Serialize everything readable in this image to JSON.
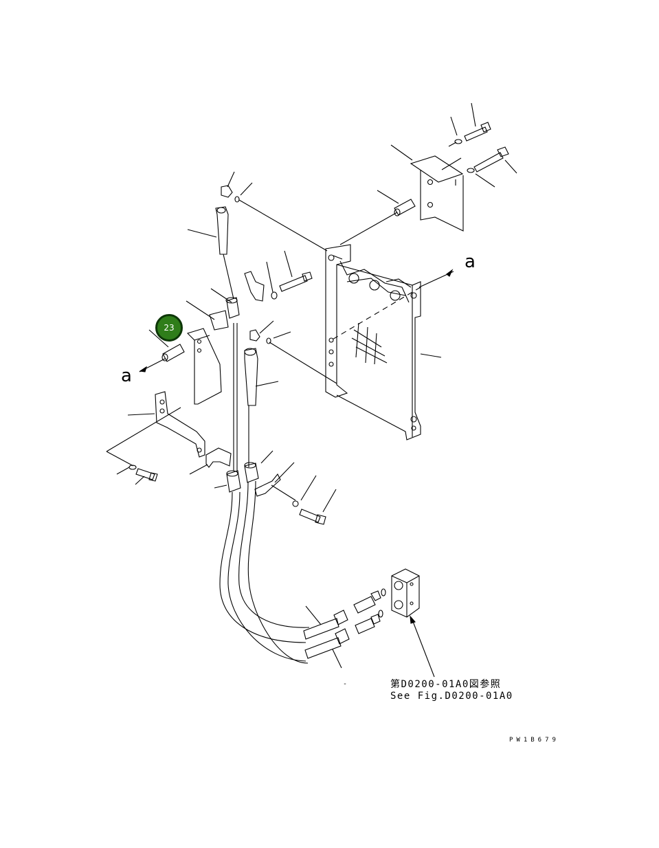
{
  "callout": {
    "number": "23",
    "color": "#2f7d1a"
  },
  "view_labels": {
    "a_right": "a",
    "a_left": "a"
  },
  "reference_note": {
    "jp": "第D0200-01A0図参照",
    "en": "See Fig.D0200-01A0"
  },
  "drawing_code": "PW1B679",
  "stray_mark": "-",
  "icons": [
    "exploded-parts-diagram",
    "callout-badge-23"
  ]
}
